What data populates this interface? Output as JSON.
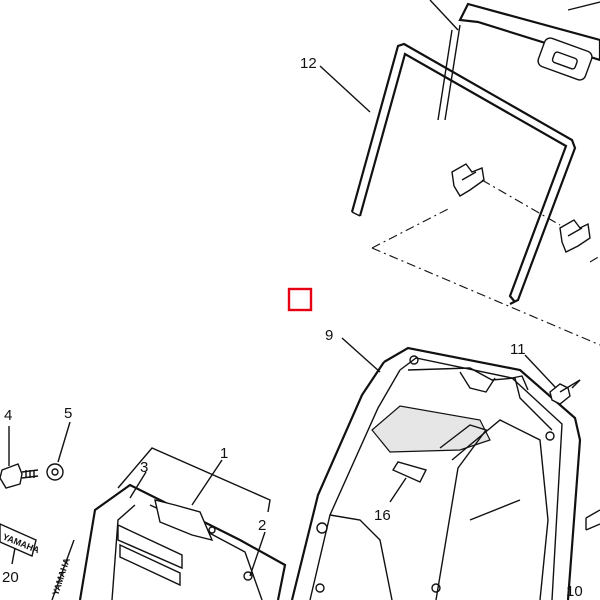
{
  "diagram": {
    "marker_color": "#e60012",
    "callouts": {
      "p1": "1",
      "p2": "2",
      "p3": "3",
      "p4": "4",
      "p5": "5",
      "p9": "9",
      "p10": "10",
      "p11": "11",
      "p12": "12",
      "p16": "16",
      "p20": "20"
    },
    "emblem_text": "YAMAHA",
    "side_text": "YAMAHA"
  }
}
